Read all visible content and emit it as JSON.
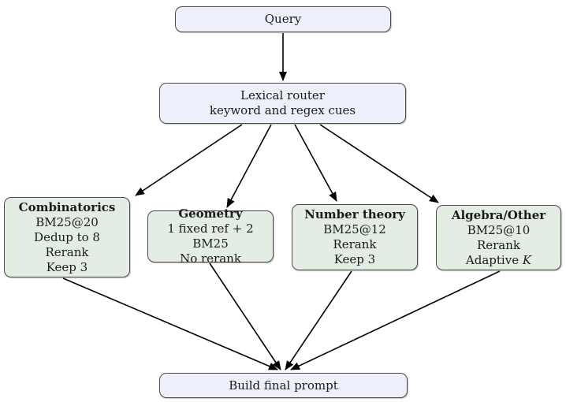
{
  "diagram": {
    "type": "flowchart",
    "nodes": {
      "query": {
        "label": "Query"
      },
      "router": {
        "line1": "Lexical router",
        "line2": "keyword and regex cues"
      },
      "combinatorics": {
        "title": "Combinatorics",
        "lines": [
          "BM25@20",
          "Dedup to 8",
          "Rerank",
          "Keep 3"
        ]
      },
      "geometry": {
        "title": "Geometry",
        "lines": [
          "1 fixed ref + 2 BM25",
          "No rerank"
        ]
      },
      "number_theory": {
        "title": "Number theory",
        "lines": [
          "BM25@12",
          "Rerank",
          "Keep 3"
        ]
      },
      "algebra_other": {
        "title": "Algebra/Other",
        "lines": [
          "BM25@10",
          "Rerank"
        ],
        "adaptive_label": "Adaptive ",
        "k_symbol": "K"
      },
      "build": {
        "label": "Build final prompt"
      }
    },
    "edges": [
      {
        "from": "query",
        "to": "lexical-router"
      },
      {
        "from": "lexical-router",
        "to": "combinatorics"
      },
      {
        "from": "lexical-router",
        "to": "geometry"
      },
      {
        "from": "lexical-router",
        "to": "number-theory"
      },
      {
        "from": "lexical-router",
        "to": "algebra-other"
      },
      {
        "from": "combinatorics",
        "to": "build-final-prompt"
      },
      {
        "from": "geometry",
        "to": "build-final-prompt"
      },
      {
        "from": "number-theory",
        "to": "build-final-prompt"
      },
      {
        "from": "algebra-other",
        "to": "build-final-prompt"
      }
    ],
    "colors": {
      "stage_fill": "#edeffb",
      "branch_fill": "#e3ede4",
      "border": "#4a4a4a",
      "arrow": "#000000",
      "text": "#1b1b1b",
      "background": "#ffffff"
    }
  }
}
